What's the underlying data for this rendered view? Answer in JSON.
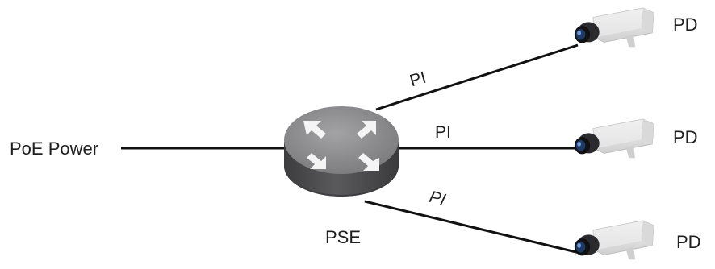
{
  "diagram": {
    "source_label": "PoE Power",
    "switch_label": "PSE",
    "device_label": "PD",
    "link_labels": [
      "PI",
      "PI",
      "PI"
    ],
    "devices": [
      {
        "label": "PD",
        "link_label": "PI"
      },
      {
        "label": "PD",
        "link_label": "PI"
      },
      {
        "label": "PD",
        "link_label": "PI"
      }
    ],
    "colors": {
      "line": "#111111",
      "switch_top": "#8a8a8c",
      "switch_side": "#4c4c4e",
      "arrows": "#f4f4f4",
      "camera_body": "#e6e6e6",
      "camera_lens": "#1e3b66",
      "text": "#1f1f1f"
    },
    "icons": [
      "router-switch-icon",
      "security-camera-icon"
    ]
  }
}
